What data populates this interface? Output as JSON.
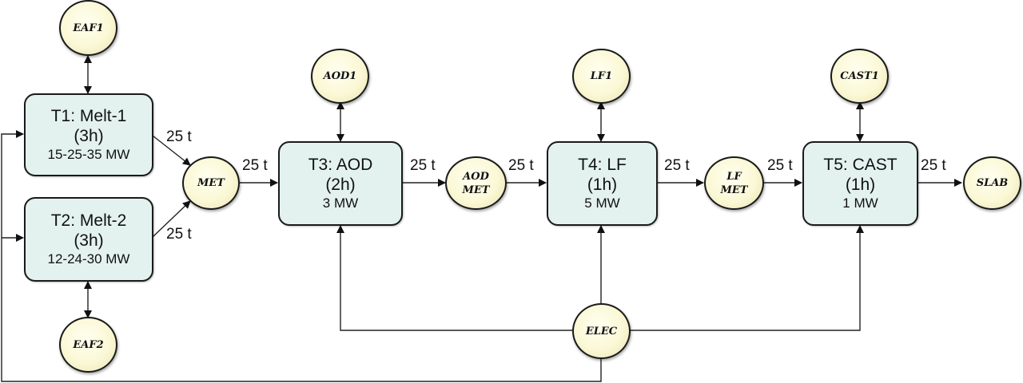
{
  "tasks": [
    {
      "id": "T1",
      "title": "T1: Melt-1",
      "duration": "(3h)",
      "power": "15-25-35 MW"
    },
    {
      "id": "T2",
      "title": "T2: Melt-2",
      "duration": "(3h)",
      "power": "12-24-30 MW"
    },
    {
      "id": "T3",
      "title": "T3: AOD",
      "duration": "(2h)",
      "power": "3 MW"
    },
    {
      "id": "T4",
      "title": "T4: LF",
      "duration": "(1h)",
      "power": "5 MW"
    },
    {
      "id": "T5",
      "title": "T5: CAST",
      "duration": "(1h)",
      "power": "1 MW"
    }
  ],
  "resources": {
    "eaf1": "EAF1",
    "eaf2": "EAF2",
    "aod1": "AOD1",
    "lf1": "LF1",
    "cast1": "CAST1",
    "elec": "ELEC"
  },
  "materials": {
    "met": "MET",
    "aod_met_1": "AOD",
    "aod_met_2": "MET",
    "lf_met_1": "LF",
    "lf_met_2": "MET",
    "slab": "SLAB"
  },
  "flow_labels": {
    "t1_to_met": "25 t",
    "t2_to_met": "25 t",
    "met_to_t3": "25 t",
    "t3_to_aodmet": "25 t",
    "aodmet_to_t4": "25 t",
    "t4_to_lfmet": "25 t",
    "lfmet_to_t5": "25 t",
    "t5_to_slab": "25 t"
  },
  "colors": {
    "task_fill": "#e3f2ef",
    "node_fill": "#fbf8d6",
    "stroke": "#1a1a1a"
  }
}
